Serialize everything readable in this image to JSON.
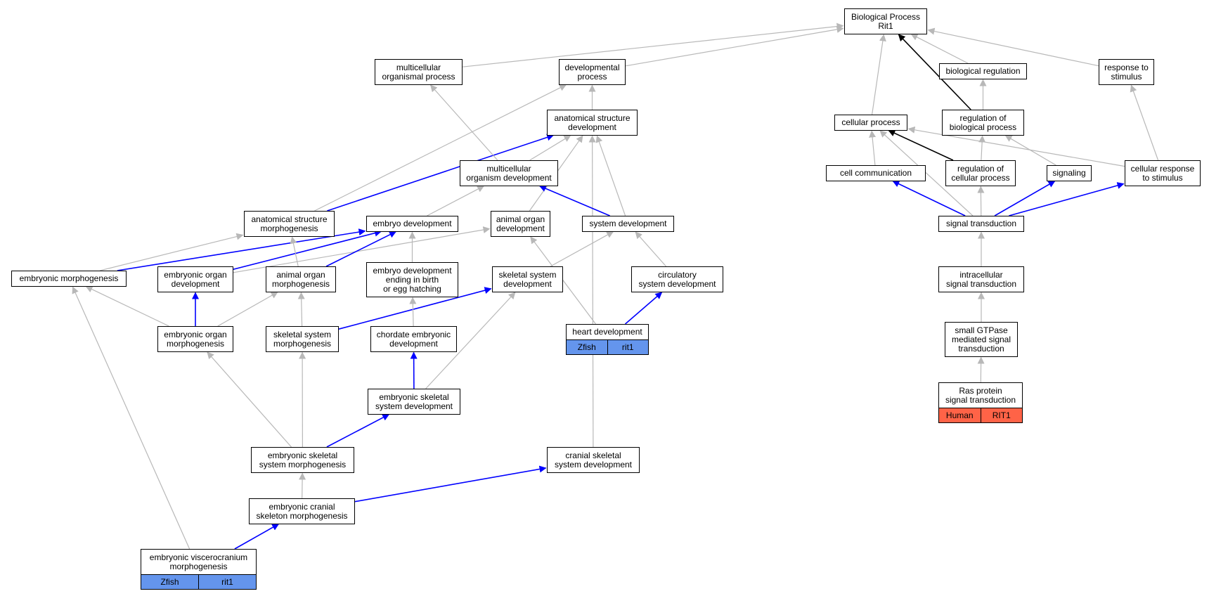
{
  "colors": {
    "grey_edge": "#b8b8b8",
    "blue_edge": "#0000ff",
    "black_edge": "#000000",
    "zfish_fill": "#6495ed",
    "human_fill": "#ff6347"
  },
  "nodes": {
    "bp": [
      "Biological Process",
      "Rit1"
    ],
    "mop": [
      "multicellular",
      "organismal process"
    ],
    "dp": [
      "developmental",
      "process"
    ],
    "breg": [
      "biological regulation"
    ],
    "rts": [
      "response to",
      "stimulus"
    ],
    "asd": [
      "anatomical structure",
      "development"
    ],
    "cp": [
      "cellular process"
    ],
    "rbp": [
      "regulation of",
      "biological process"
    ],
    "mod": [
      "multicellular",
      "organism development"
    ],
    "cc": [
      "cell communication"
    ],
    "rcp": [
      "regulation of",
      "cellular process"
    ],
    "sig": [
      "signaling"
    ],
    "crs": [
      "cellular response",
      "to stimulus"
    ],
    "asm": [
      "anatomical structure",
      "morphogenesis"
    ],
    "ed": [
      "embryo development"
    ],
    "aod": [
      "animal organ",
      "development"
    ],
    "sd": [
      "system development"
    ],
    "st": [
      "signal transduction"
    ],
    "em": [
      "embryonic morphogenesis"
    ],
    "eod": [
      "embryonic organ",
      "development"
    ],
    "aom": [
      "animal organ",
      "morphogenesis"
    ],
    "edeb": [
      "embryo development",
      "ending in birth",
      "or egg hatching"
    ],
    "ssd": [
      "skeletal system",
      "development"
    ],
    "csd": [
      "circulatory",
      "system development"
    ],
    "ist": [
      "intracellular",
      "signal transduction"
    ],
    "eom": [
      "embryonic organ",
      "morphogenesis"
    ],
    "ssm": [
      "skeletal system",
      "morphogenesis"
    ],
    "ced": [
      "chordate embryonic",
      "development"
    ],
    "hd": [
      "heart development"
    ],
    "sgt": [
      "small GTPase",
      "mediated signal",
      "transduction"
    ],
    "essd": [
      "embryonic skeletal",
      "system development"
    ],
    "rpst": [
      "Ras protein",
      "signal transduction"
    ],
    "essm": [
      "embryonic skeletal",
      "system morphogenesis"
    ],
    "crsd": [
      "cranial skeletal",
      "system development"
    ],
    "ecsm": [
      "embryonic cranial",
      "skeleton morphogenesis"
    ],
    "evm": [
      "embryonic viscerocranium",
      "morphogenesis"
    ]
  },
  "annotations": {
    "hd": {
      "species": "Zfish",
      "gene": "rit1"
    },
    "evm": {
      "species": "Zfish",
      "gene": "rit1"
    },
    "rpst": {
      "species": "Human",
      "gene": "RIT1"
    }
  },
  "edges": [
    {
      "from": "mop",
      "to": "bp",
      "color": "grey"
    },
    {
      "from": "dp",
      "to": "bp",
      "color": "grey"
    },
    {
      "from": "breg",
      "to": "bp",
      "color": "grey"
    },
    {
      "from": "rts",
      "to": "bp",
      "color": "grey"
    },
    {
      "from": "cp",
      "to": "bp",
      "color": "grey"
    },
    {
      "from": "rbp",
      "to": "bp",
      "color": "black"
    },
    {
      "from": "asd",
      "to": "dp",
      "color": "grey"
    },
    {
      "from": "rbp",
      "to": "breg",
      "color": "grey"
    },
    {
      "from": "crs",
      "to": "rts",
      "color": "grey"
    },
    {
      "from": "mod",
      "to": "asd",
      "color": "grey"
    },
    {
      "from": "asm",
      "to": "asd",
      "color": "blue"
    },
    {
      "from": "aod",
      "to": "asd",
      "color": "grey"
    },
    {
      "from": "sd",
      "to": "asd",
      "color": "grey"
    },
    {
      "from": "crsd",
      "to": "asd",
      "color": "grey"
    },
    {
      "from": "mod",
      "to": "mop",
      "color": "grey"
    },
    {
      "from": "asm",
      "to": "dp",
      "color": "grey"
    },
    {
      "from": "cc",
      "to": "cp",
      "color": "grey"
    },
    {
      "from": "rcp",
      "to": "cp",
      "color": "black"
    },
    {
      "from": "st",
      "to": "cp",
      "color": "grey"
    },
    {
      "from": "crs",
      "to": "cp",
      "color": "grey"
    },
    {
      "from": "rcp",
      "to": "rbp",
      "color": "grey"
    },
    {
      "from": "sig",
      "to": "rbp",
      "color": "grey"
    },
    {
      "from": "ed",
      "to": "mod",
      "color": "grey"
    },
    {
      "from": "sd",
      "to": "mod",
      "color": "blue"
    },
    {
      "from": "st",
      "to": "cc",
      "color": "blue"
    },
    {
      "from": "st",
      "to": "rcp",
      "color": "grey"
    },
    {
      "from": "st",
      "to": "sig",
      "color": "blue"
    },
    {
      "from": "st",
      "to": "crs",
      "color": "blue"
    },
    {
      "from": "ist",
      "to": "st",
      "color": "grey"
    },
    {
      "from": "sgt",
      "to": "ist",
      "color": "grey"
    },
    {
      "from": "rpst",
      "to": "sgt",
      "color": "grey"
    },
    {
      "from": "em",
      "to": "ed",
      "color": "blue"
    },
    {
      "from": "em",
      "to": "asm",
      "color": "grey"
    },
    {
      "from": "eod",
      "to": "ed",
      "color": "blue"
    },
    {
      "from": "eod",
      "to": "aod",
      "color": "grey"
    },
    {
      "from": "aom",
      "to": "ed",
      "color": "blue"
    },
    {
      "from": "aom",
      "to": "asm",
      "color": "grey"
    },
    {
      "from": "edeb",
      "to": "ed",
      "color": "grey"
    },
    {
      "from": "ssd",
      "to": "sd",
      "color": "grey"
    },
    {
      "from": "csd",
      "to": "sd",
      "color": "grey"
    },
    {
      "from": "hd",
      "to": "aod",
      "color": "grey"
    },
    {
      "from": "hd",
      "to": "csd",
      "color": "blue"
    },
    {
      "from": "eom",
      "to": "eod",
      "color": "blue"
    },
    {
      "from": "eom",
      "to": "em",
      "color": "grey"
    },
    {
      "from": "eom",
      "to": "aom",
      "color": "grey"
    },
    {
      "from": "ssm",
      "to": "aom",
      "color": "grey"
    },
    {
      "from": "ssm",
      "to": "ssd",
      "color": "blue"
    },
    {
      "from": "ced",
      "to": "edeb",
      "color": "grey"
    },
    {
      "from": "essd",
      "to": "ced",
      "color": "blue"
    },
    {
      "from": "essd",
      "to": "ssd",
      "color": "grey"
    },
    {
      "from": "essm",
      "to": "essd",
      "color": "blue"
    },
    {
      "from": "essm",
      "to": "ssm",
      "color": "grey"
    },
    {
      "from": "essm",
      "to": "eom",
      "color": "grey"
    },
    {
      "from": "ecsm",
      "to": "essm",
      "color": "grey"
    },
    {
      "from": "ecsm",
      "to": "crsd",
      "color": "blue"
    },
    {
      "from": "evm",
      "to": "ecsm",
      "color": "blue"
    },
    {
      "from": "evm",
      "to": "em",
      "color": "grey"
    }
  ]
}
